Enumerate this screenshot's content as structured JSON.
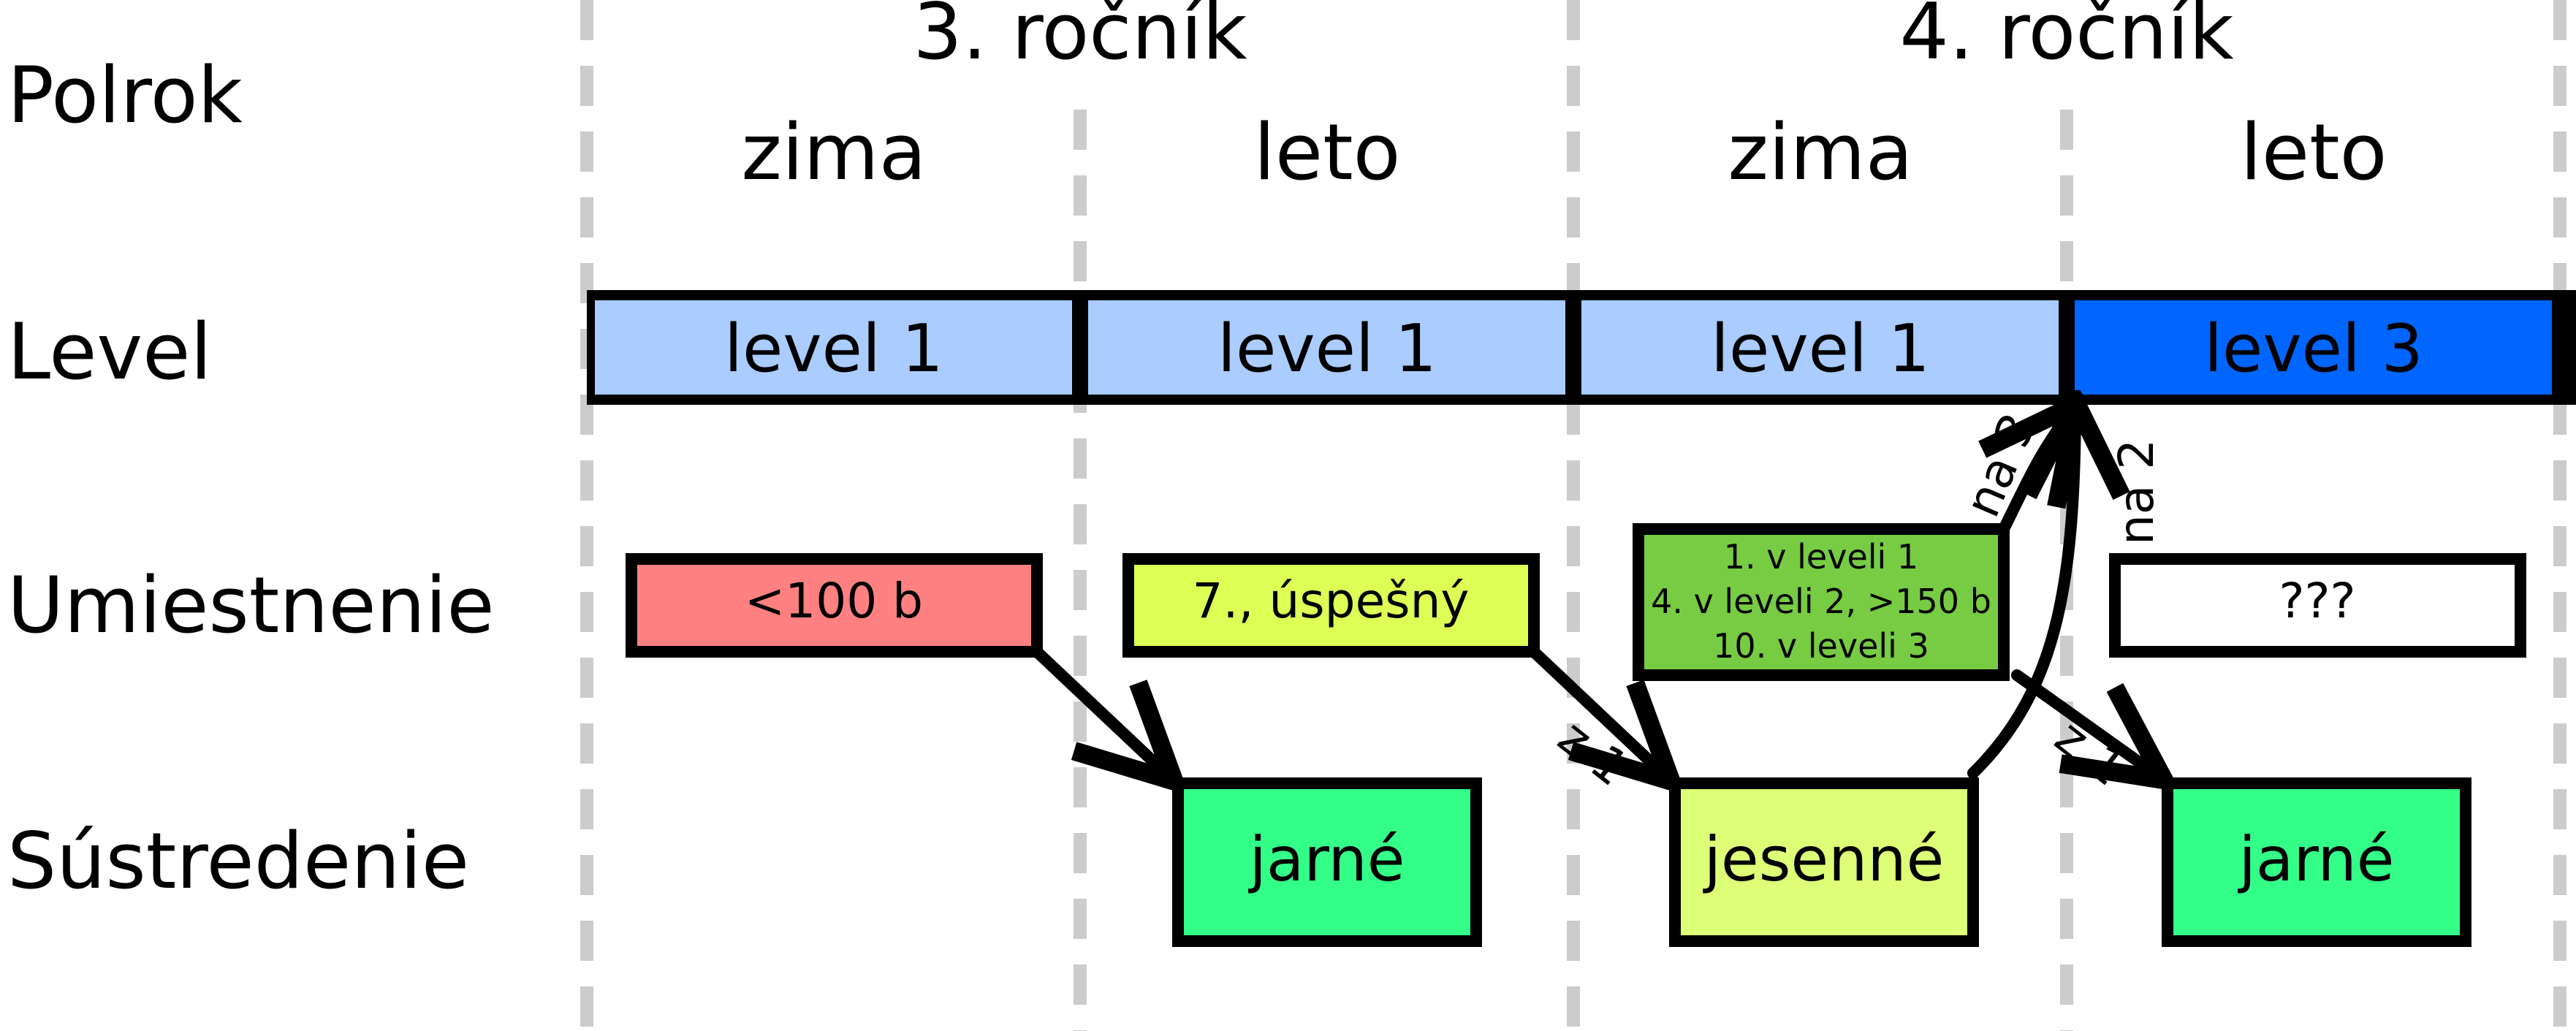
{
  "row_labels": {
    "polrok": "Polrok",
    "level": "Level",
    "umiestnenie": "Umiestnenie",
    "sustredenie": "Sústredenie"
  },
  "years": [
    "3. ročník",
    "4. ročník"
  ],
  "semesters": [
    "zima",
    "leto",
    "zima",
    "leto"
  ],
  "levels": [
    {
      "label": "level 1",
      "color": "#aaccff"
    },
    {
      "label": "level 1",
      "color": "#aaccff"
    },
    {
      "label": "level 1",
      "color": "#aaccff"
    },
    {
      "label": "level 3",
      "color": "#0066ff"
    }
  ],
  "placements": [
    {
      "lines": [
        "<100 b"
      ],
      "color": "#ff8080"
    },
    {
      "lines": [
        "7., úspešný"
      ],
      "color": "#ddff55"
    },
    {
      "lines": [
        "1. v leveli 1",
        "4. v leveli 2, >150 b",
        "10. v leveli 3"
      ],
      "color": "#77cc44"
    },
    {
      "lines": [
        "???"
      ],
      "color": "#ffffff"
    }
  ],
  "camps": [
    {
      "label": "jarné",
      "color": "#33ff88"
    },
    {
      "label": "jesenné",
      "color": "#ddff77"
    },
    {
      "label": "jarné",
      "color": "#33ff88"
    }
  ],
  "arrow_labels": {
    "from_level_1_a": "z 1",
    "from_level_1_b": "z 1",
    "to_level_3": "na 3",
    "to_level_2": "na 2"
  },
  "colors": {
    "divider": "#cccccc",
    "stroke": "#000000"
  }
}
